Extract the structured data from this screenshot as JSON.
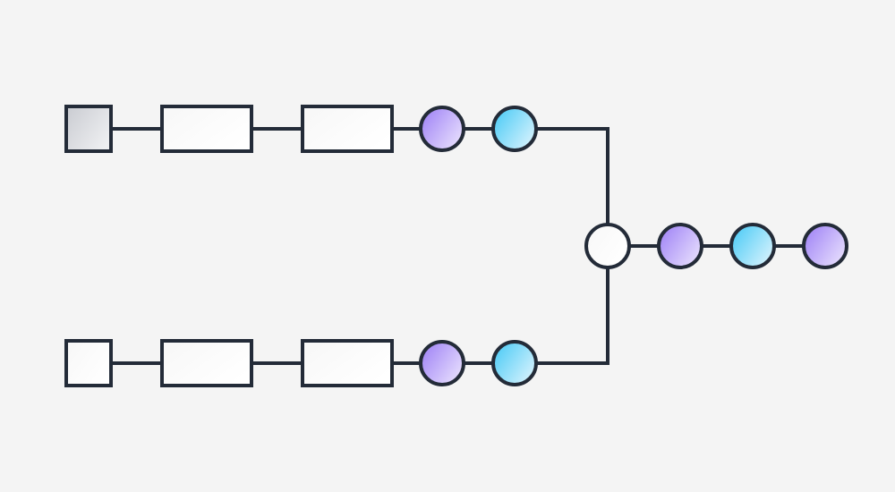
{
  "canvas": {
    "background": "#f4f4f4"
  },
  "palette": {
    "stroke": "#232b38",
    "gray_fill": [
      "#c9cbd1",
      "#eeeff1"
    ],
    "white_fill": [
      "#f7f7f7",
      "#ffffff"
    ],
    "purple_fill": [
      "#9a7cf5",
      "#e5dcfd"
    ],
    "blue_fill": [
      "#41c8f5",
      "#d3f1fd"
    ]
  },
  "diagram": {
    "type": "flow-pipeline",
    "branches": [
      {
        "id": "upper",
        "nodes": [
          {
            "shape": "square",
            "fill": "gray"
          },
          {
            "shape": "rectangle",
            "fill": "white"
          },
          {
            "shape": "rectangle",
            "fill": "white"
          },
          {
            "shape": "circle",
            "fill": "purple"
          },
          {
            "shape": "circle",
            "fill": "blue"
          }
        ]
      },
      {
        "id": "lower",
        "nodes": [
          {
            "shape": "square",
            "fill": "white"
          },
          {
            "shape": "rectangle",
            "fill": "white"
          },
          {
            "shape": "rectangle",
            "fill": "white"
          },
          {
            "shape": "circle",
            "fill": "purple"
          },
          {
            "shape": "circle",
            "fill": "blue"
          }
        ]
      }
    ],
    "merge": {
      "shape": "circle",
      "fill": "white"
    },
    "output": [
      {
        "shape": "circle",
        "fill": "purple"
      },
      {
        "shape": "circle",
        "fill": "blue"
      },
      {
        "shape": "circle",
        "fill": "purple"
      }
    ]
  }
}
